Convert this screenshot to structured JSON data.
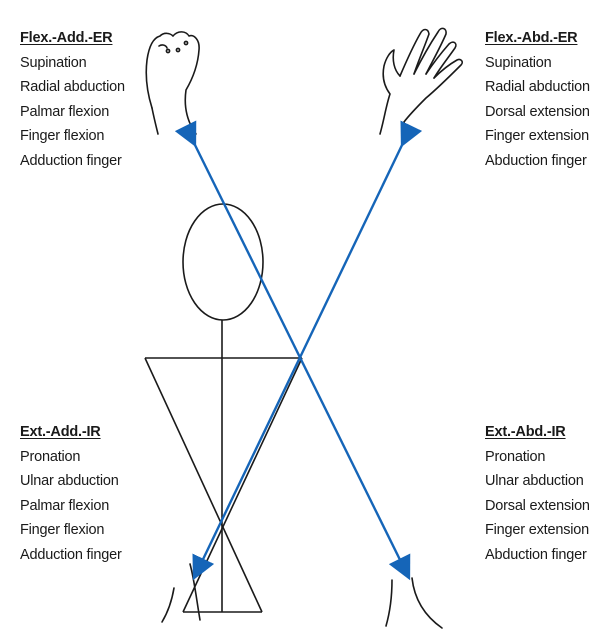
{
  "diagram": {
    "pattern_tl": {
      "title": "Flex.-Add.-ER",
      "items": [
        "Supination",
        "Radial abduction",
        "Palmar flexion",
        "Finger flexion",
        "Adduction finger"
      ]
    },
    "pattern_tr": {
      "title": "Flex.-Abd.-ER",
      "items": [
        "Supination",
        "Radial abduction",
        "Dorsal extension",
        "Finger extension",
        "Abduction finger"
      ]
    },
    "pattern_bl": {
      "title": "Ext.-Add.-IR",
      "items": [
        "Pronation",
        "Ulnar abduction",
        "Palmar flexion",
        "Finger flexion",
        "Adduction finger"
      ]
    },
    "pattern_br": {
      "title": "Ext.-Abd.-IR",
      "items": [
        "Pronation",
        "Ulnar abduction",
        "Dorsal extension",
        "Finger extension",
        "Abduction finger"
      ]
    },
    "colors": {
      "arrow": "#1565b8",
      "figure": "#1a1a1a",
      "background": "#ffffff"
    },
    "icons": [
      "stick-figure",
      "closed-fist-hand",
      "open-hand",
      "diagonal-arrow"
    ]
  }
}
